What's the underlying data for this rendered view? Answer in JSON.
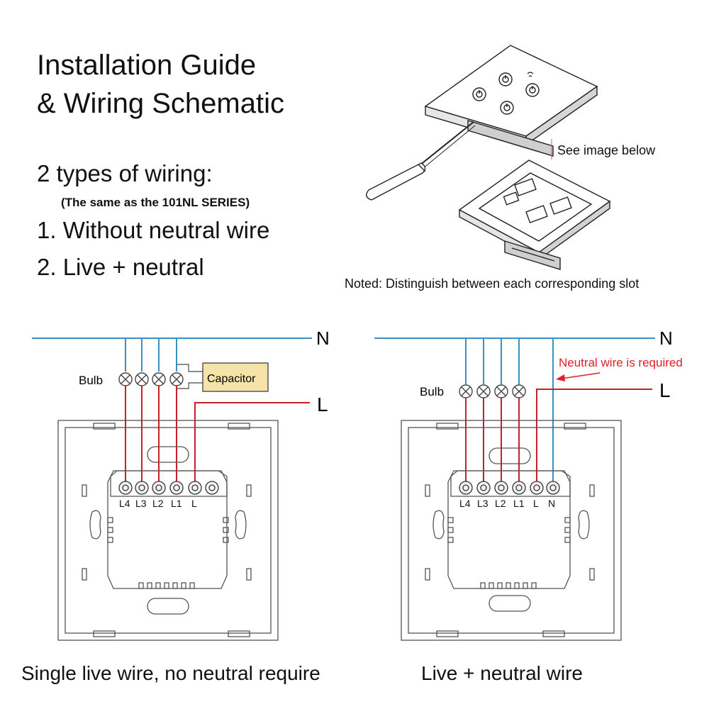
{
  "header": {
    "title_line1": "Installation Guide",
    "title_line2": "& Wiring Schematic",
    "types_heading": "2 types of wiring:",
    "same_as": "(The same as the 101NL SERIES)",
    "option1": "1. Without neutral wire",
    "option2": "2. Live + neutral"
  },
  "product": {
    "see_below": "See image below",
    "noted": "Noted: Distinguish between each corresponding slot"
  },
  "left_diagram": {
    "neutral_label": "N",
    "live_label": "L",
    "bulb_label": "Bulb",
    "capacitor_label": "Capacitor",
    "terminals": [
      "L4",
      "L3",
      "L2",
      "L1",
      "L"
    ],
    "caption": "Single live wire, no neutral require"
  },
  "right_diagram": {
    "neutral_label": "N",
    "live_label": "L",
    "bulb_label": "Bulb",
    "callout": "Neutral wire is required",
    "terminals": [
      "L4",
      "L3",
      "L2",
      "L1",
      "L",
      "N"
    ],
    "caption": "Live + neutral wire"
  },
  "colors": {
    "neutral_wire": "#3a8fc4",
    "live_wire": "#c8202a",
    "capacitor_fill": "#f6e3a8",
    "callout_text": "#e0202a"
  }
}
